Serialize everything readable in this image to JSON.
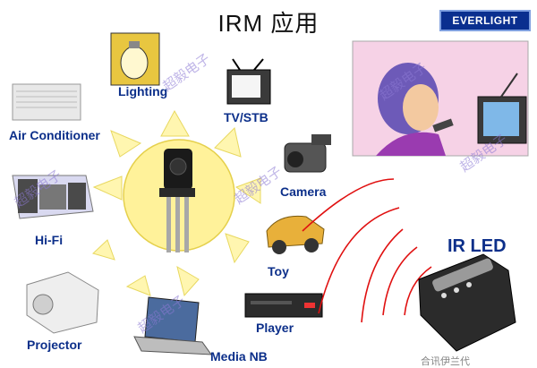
{
  "title": "IRM 应用",
  "logo_text": "EVERLIGHT",
  "labels": {
    "lighting": "Lighting",
    "tv_stb": "TV/STB",
    "air_conditioner": "Air Conditioner",
    "camera": "Camera",
    "hifi": "Hi-Fi",
    "toy": "Toy",
    "projector": "Projector",
    "player": "Player",
    "media_nb": "Media NB",
    "ir_led": "IR LED"
  },
  "watermarks": [
    "超毅电子",
    "超毅电子",
    "超毅电子",
    "超毅电子",
    "超毅电子",
    "超毅电子"
  ],
  "footer_text": "合讯伊兰代",
  "colors": {
    "label_blue": "#0c2f8a",
    "sun_yellow": "#fff29a",
    "ray_yellow": "#fff6b0",
    "ir_arc_red": "#e01010",
    "logo_blue": "#0a2f8f"
  }
}
